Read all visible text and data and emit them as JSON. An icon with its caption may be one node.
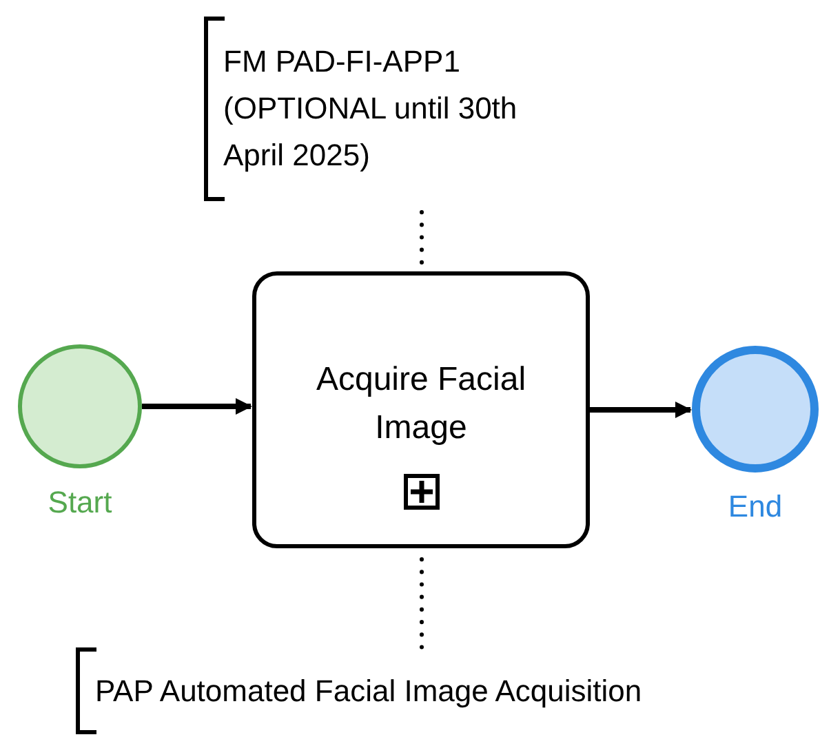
{
  "diagram": {
    "nodes": [
      {
        "text": [
          "FM PAD-FI-APP1 (OPTIONAL until 30th April 2025)"
        ]
      },
      {
        "text": [],
        "shape": "circle",
        "beside": [
          "Start"
        ]
      },
      {
        "text": [
          "Acquire Facial Image"
        ]
      },
      {
        "text": [],
        "shape": "circle",
        "beside": [
          "End"
        ]
      },
      {
        "text": [
          "PAP Automated Facial Image Acquisition"
        ]
      }
    ],
    "edges": [
      {
        "from": 1,
        "to": 2,
        "arrow": "to"
      },
      {
        "from": 2,
        "to": 3,
        "arrow": "to"
      },
      {
        "from": 0,
        "to": 2,
        "arrow": "none",
        "style": "dashed"
      },
      {
        "from": 2,
        "to": 4,
        "arrow": "none",
        "style": "dashed"
      }
    ]
  }
}
